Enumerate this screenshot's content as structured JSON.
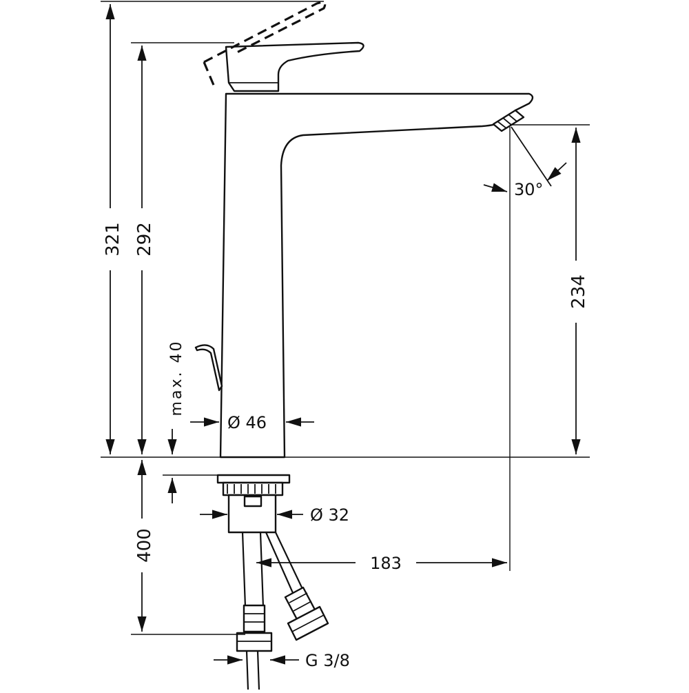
{
  "diagram": {
    "dimensions": {
      "total_height": "321",
      "body_height": "292",
      "spout_height": "234",
      "spout_angle": "30°",
      "lever_clearance": "max. 40",
      "body_diameter": "Ø 46",
      "shank_diameter": "Ø 32",
      "spout_reach": "183",
      "hose_length": "400",
      "connection_thread": "G 3/8"
    },
    "colors": {
      "line": "#111111",
      "background": "#ffffff"
    }
  }
}
